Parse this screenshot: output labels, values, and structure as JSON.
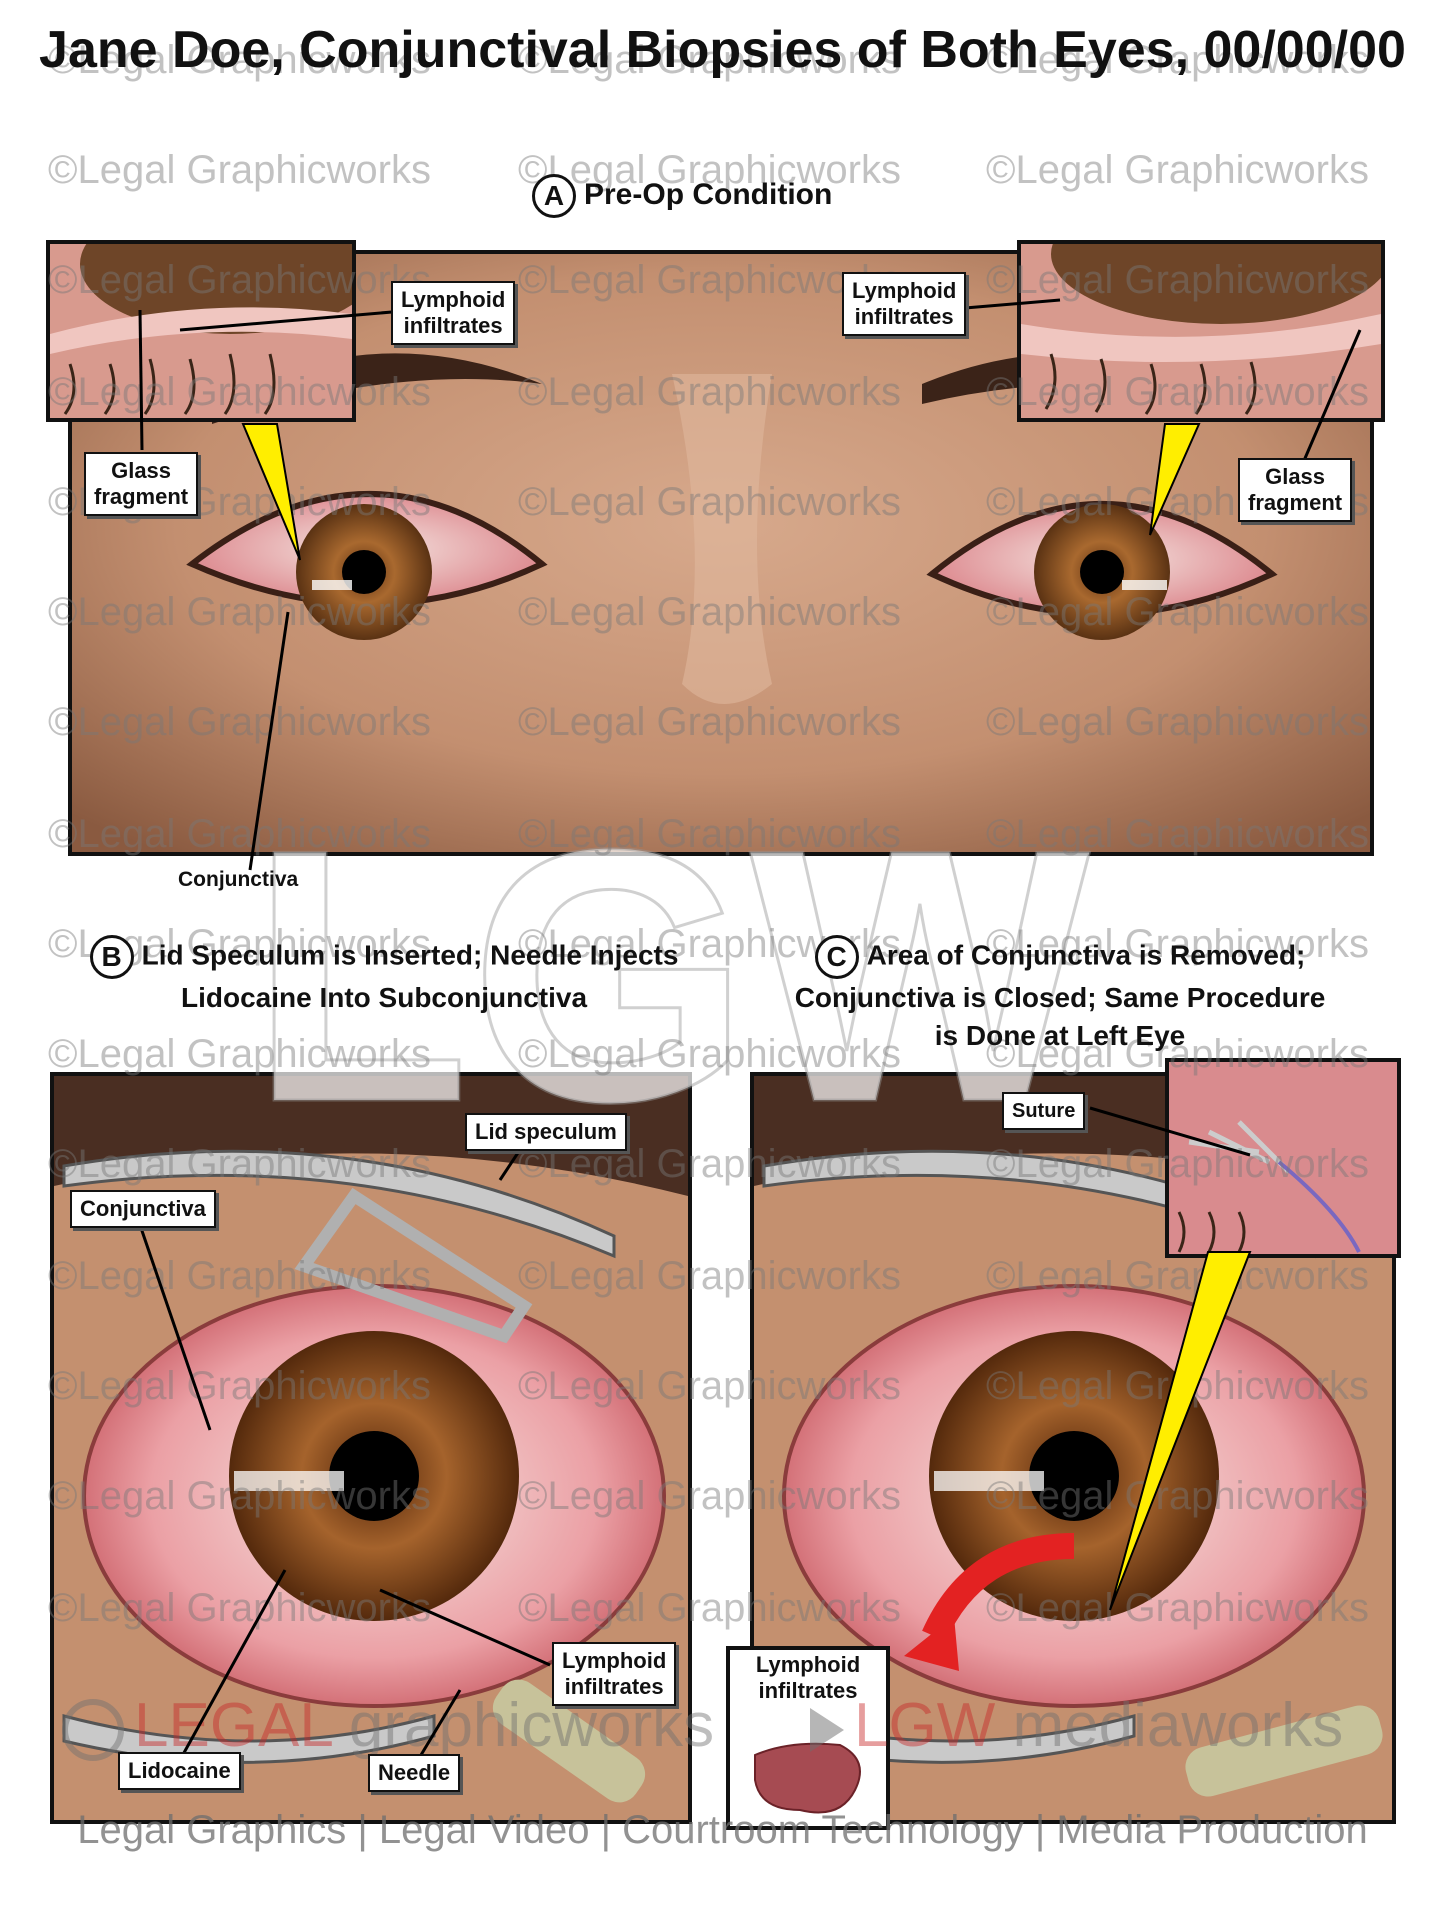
{
  "title": "Jane Doe, Conjunctival Biopsies of Both Eyes, 00/00/00",
  "sections": {
    "a": {
      "letter": "A",
      "heading": "Pre-Op Condition"
    },
    "b": {
      "letter": "B",
      "heading_line1": "Lid Speculum is Inserted; Needle Injects",
      "heading_line2": "Lidocaine Into Subconjunctiva"
    },
    "c": {
      "letter": "C",
      "heading_line1": "Area of Conjunctiva is Removed;",
      "heading_line2": "Conjunctiva is Closed; Same Procedure",
      "heading_line3": "is Done at Left Eye"
    }
  },
  "labels": {
    "a_lymphoid_left": "Lymphoid\ninfiltrates",
    "a_lymphoid_right": "Lymphoid\ninfiltrates",
    "a_glass_left": "Glass\nfragment",
    "a_glass_right": "Glass\nfragment",
    "a_conjunctiva": "Conjunctiva",
    "b_lid_speculum": "Lid speculum",
    "b_conjunctiva": "Conjunctiva",
    "b_lymphoid": "Lymphoid\ninfiltrates",
    "b_lidocaine": "Lidocaine",
    "b_needle": "Needle",
    "c_suture": "Suture",
    "c_lymphoid": "Lymphoid\ninfiltrates"
  },
  "watermark": {
    "text": "©Legal Graphicworks",
    "big_letters": "LGW",
    "brand_left_a": "LEGAL",
    "brand_left_b": "graphicworks",
    "brand_right_a": "LGW",
    "brand_right_b": "mediaworks"
  },
  "footer": "Legal Graphics | Legal Video | Courtroom Technology | Media Production",
  "colors": {
    "skin": "#c99a7e",
    "iris": "#8a4f22",
    "sclera_red": "#e7a3a6",
    "pointer_yellow": "#ffee00"
  }
}
